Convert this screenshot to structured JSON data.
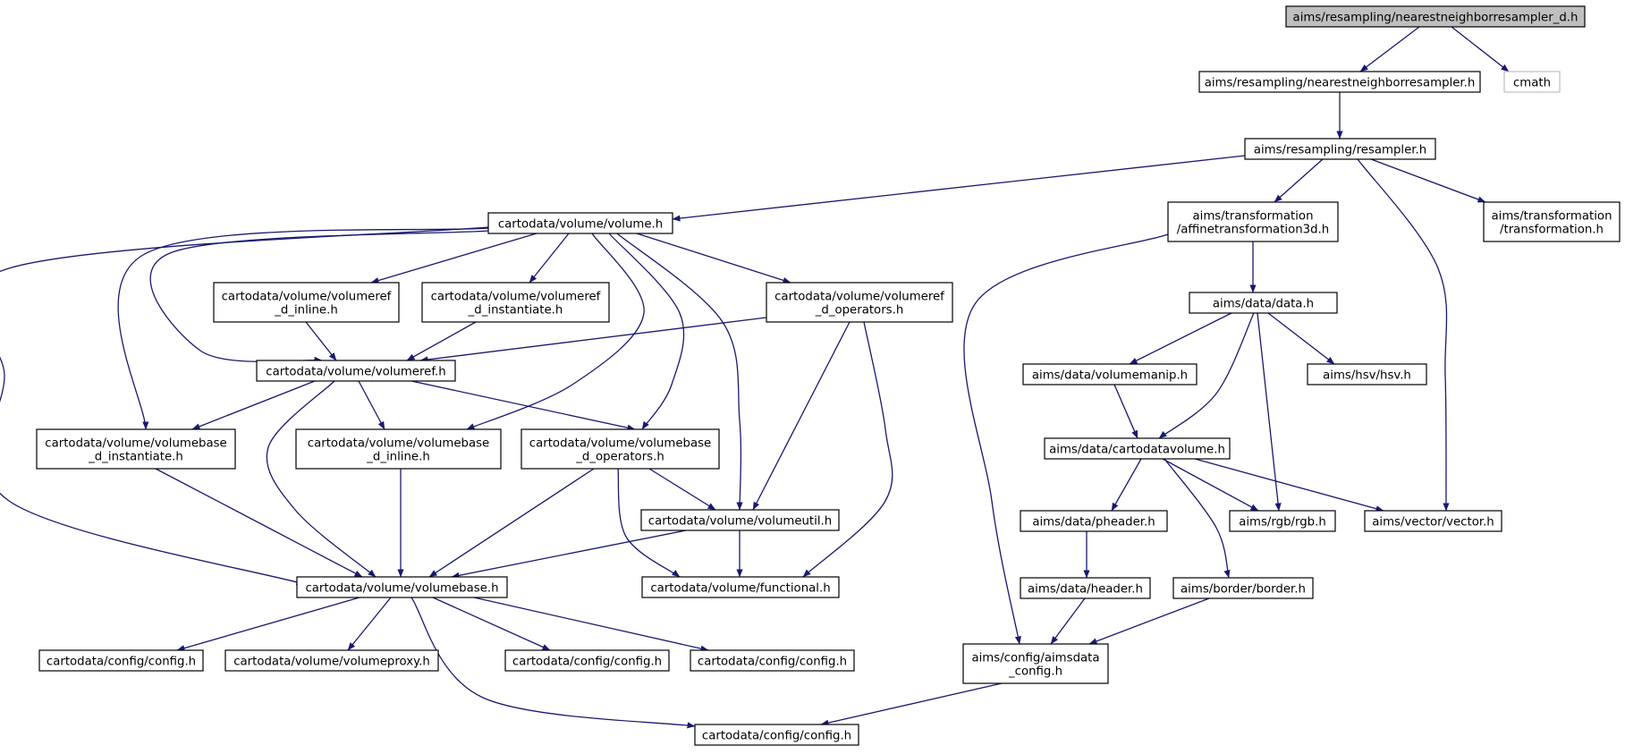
{
  "colors": {
    "edge": "#191970",
    "root_fill": "#bfbfbf",
    "external_border": "#bfbfbf"
  },
  "nodes": {
    "n1": {
      "lines": [
        "aims/resampling/nearestneighborresampler_d.h"
      ],
      "kind": "root"
    },
    "n2": {
      "lines": [
        "aims/resampling/nearestneighborresampler.h"
      ]
    },
    "n3": {
      "lines": [
        "cmath"
      ],
      "kind": "external"
    },
    "n4": {
      "lines": [
        "aims/resampling/resampler.h"
      ]
    },
    "n5": {
      "lines": [
        "cartodata/volume/volume.h"
      ]
    },
    "n6": {
      "lines": [
        "aims/transformation",
        "/affinetransformation3d.h"
      ]
    },
    "n7": {
      "lines": [
        "aims/transformation",
        "/transformation.h"
      ]
    },
    "n8": {
      "lines": [
        "cartodata/volume/volumeref",
        "_d_inline.h"
      ]
    },
    "n9": {
      "lines": [
        "cartodata/volume/volumeref",
        "_d_instantiate.h"
      ]
    },
    "n10": {
      "lines": [
        "cartodata/volume/volumeref",
        "_d_operators.h"
      ]
    },
    "n11": {
      "lines": [
        "cartodata/volume/volumeref.h"
      ]
    },
    "n12": {
      "lines": [
        "cartodata/volume/volumebase",
        "_d_instantiate.h"
      ]
    },
    "n13": {
      "lines": [
        "cartodata/volume/volumebase",
        "_d_inline.h"
      ]
    },
    "n14": {
      "lines": [
        "cartodata/volume/volumebase",
        "_d_operators.h"
      ]
    },
    "n15": {
      "lines": [
        "cartodata/volume/volumeutil.h"
      ]
    },
    "n16": {
      "lines": [
        "cartodata/volume/volumebase.h"
      ]
    },
    "n17": {
      "lines": [
        "cartodata/volume/functional.h"
      ]
    },
    "n18": {
      "lines": [
        "cartodata/config/config.h"
      ]
    },
    "n19": {
      "lines": [
        "cartodata/volume/volumeproxy.h"
      ]
    },
    "n20": {
      "lines": [
        "cartodata/config/config.h"
      ]
    },
    "n21": {
      "lines": [
        "cartodata/config/config.h"
      ]
    },
    "n22": {
      "lines": [
        "cartodata/config/config.h"
      ]
    },
    "n23": {
      "lines": [
        "aims/data/data.h"
      ]
    },
    "n24": {
      "lines": [
        "aims/data/volumemanip.h"
      ]
    },
    "n25": {
      "lines": [
        "aims/hsv/hsv.h"
      ]
    },
    "n26": {
      "lines": [
        "aims/data/cartodatavolume.h"
      ]
    },
    "n27": {
      "lines": [
        "aims/data/pheader.h"
      ]
    },
    "n28": {
      "lines": [
        "aims/rgb/rgb.h"
      ]
    },
    "n29": {
      "lines": [
        "aims/vector/vector.h"
      ]
    },
    "n30": {
      "lines": [
        "aims/data/header.h"
      ]
    },
    "n31": {
      "lines": [
        "aims/border/border.h"
      ]
    },
    "n32": {
      "lines": [
        "aims/config/aimsdata",
        "_config.h"
      ]
    }
  },
  "edges": [
    [
      "n1",
      "n2"
    ],
    [
      "n1",
      "n3"
    ],
    [
      "n2",
      "n4"
    ],
    [
      "n4",
      "n5"
    ],
    [
      "n4",
      "n6"
    ],
    [
      "n4",
      "n7"
    ],
    [
      "n4",
      "n29"
    ],
    [
      "n5",
      "n8"
    ],
    [
      "n5",
      "n9"
    ],
    [
      "n5",
      "n10"
    ],
    [
      "n5",
      "n11"
    ],
    [
      "n5",
      "n12"
    ],
    [
      "n5",
      "n13"
    ],
    [
      "n5",
      "n14"
    ],
    [
      "n5",
      "n15"
    ],
    [
      "n5",
      "n16"
    ],
    [
      "n8",
      "n11"
    ],
    [
      "n9",
      "n11"
    ],
    [
      "n10",
      "n11"
    ],
    [
      "n10",
      "n15"
    ],
    [
      "n10",
      "n17"
    ],
    [
      "n11",
      "n12"
    ],
    [
      "n11",
      "n13"
    ],
    [
      "n11",
      "n14"
    ],
    [
      "n11",
      "n16"
    ],
    [
      "n12",
      "n16"
    ],
    [
      "n13",
      "n16"
    ],
    [
      "n14",
      "n15"
    ],
    [
      "n14",
      "n16"
    ],
    [
      "n14",
      "n17"
    ],
    [
      "n15",
      "n16"
    ],
    [
      "n15",
      "n17"
    ],
    [
      "n16",
      "n18"
    ],
    [
      "n16",
      "n19"
    ],
    [
      "n16",
      "n20"
    ],
    [
      "n16",
      "n21"
    ],
    [
      "n16",
      "n22"
    ],
    [
      "n6",
      "n23"
    ],
    [
      "n6",
      "n32"
    ],
    [
      "n23",
      "n24"
    ],
    [
      "n23",
      "n25"
    ],
    [
      "n23",
      "n26"
    ],
    [
      "n23",
      "n28"
    ],
    [
      "n24",
      "n26"
    ],
    [
      "n26",
      "n27"
    ],
    [
      "n26",
      "n28"
    ],
    [
      "n26",
      "n29"
    ],
    [
      "n26",
      "n31"
    ],
    [
      "n27",
      "n30"
    ],
    [
      "n30",
      "n32"
    ],
    [
      "n31",
      "n32"
    ],
    [
      "n32",
      "n22"
    ]
  ]
}
